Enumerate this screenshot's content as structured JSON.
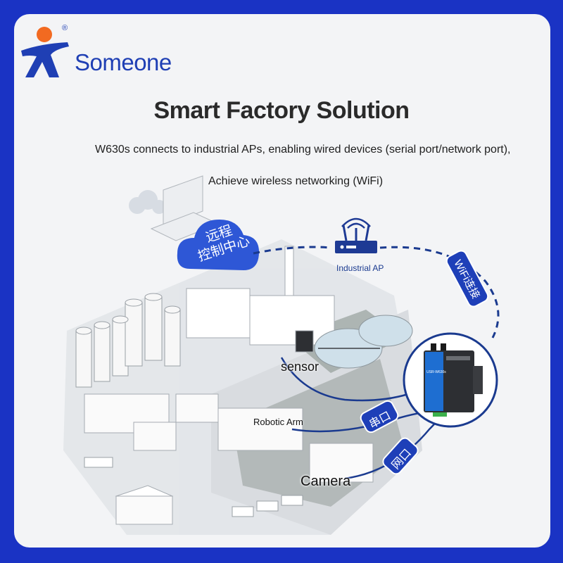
{
  "brand": {
    "name": "Someone",
    "registered": "®"
  },
  "header": {
    "title": "Smart Factory Solution",
    "subtitle_line1": "W630s connects to industrial APs, enabling wired devices (serial port/network port),",
    "subtitle_line2": "Achieve wireless networking (WiFi)"
  },
  "diagram": {
    "cloud_label_line1": "远程",
    "cloud_label_line2": "控制中心",
    "ap_label": "Industrial AP",
    "wifi_tag": "WiFi连接",
    "sensor_label": "sensor",
    "robotic_arm_label": "Robotic Arm",
    "serial_tag": "串口",
    "network_tag": "网口",
    "camera_label": "Camera",
    "device_model": "USR-W630s"
  },
  "colors": {
    "frame": "#1a33c4",
    "accent_blue": "#1f3fb4",
    "link_navy": "#1a3a8f",
    "logo_orange": "#f26a21"
  }
}
